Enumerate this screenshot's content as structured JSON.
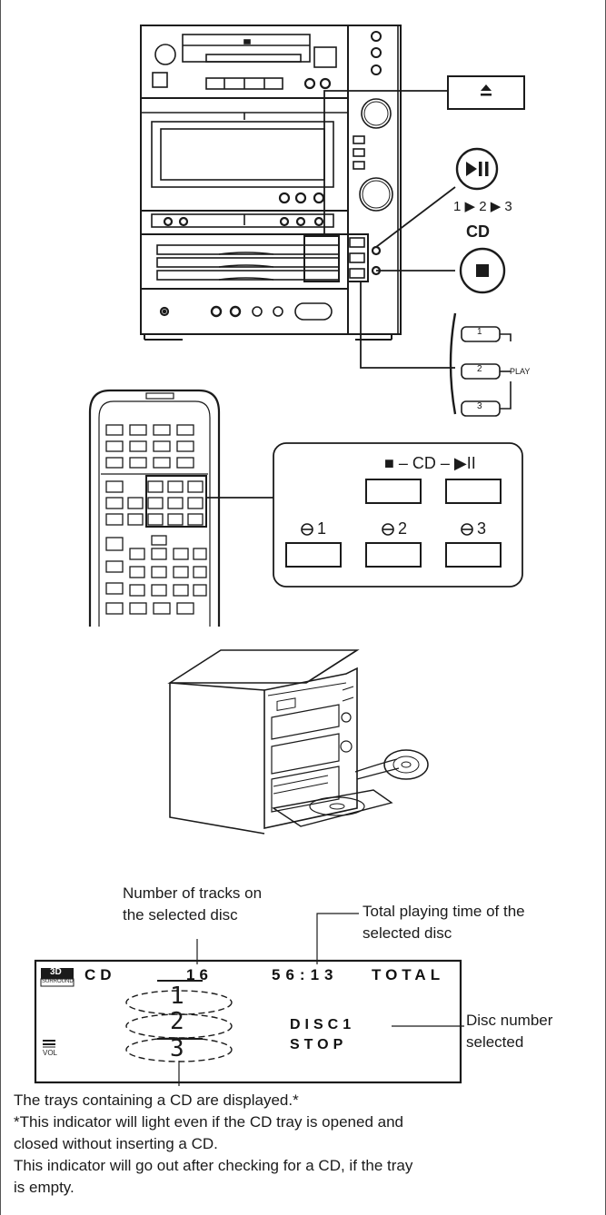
{
  "unit_panel": {
    "cd_label": "CD",
    "sequence_label": "1 ▶ 2 ▶ 3",
    "tray_labels": [
      "1",
      "2",
      "3"
    ],
    "play_label": "PLAY"
  },
  "remote_panel": {
    "title": "■ – CD – ▶II",
    "tray_buttons": [
      "1",
      "2",
      "3"
    ]
  },
  "display_callouts": {
    "tracks_label_line1": "Number of tracks on",
    "tracks_label_line2": "the selected disc",
    "time_label_line1": "Total playing time of the",
    "time_label_line2": "selected disc",
    "disc_label_line1": "Disc number",
    "disc_label_line2": "selected"
  },
  "lcd": {
    "surround_top": "3D",
    "surround_bottom": "SURROUND",
    "source": "CD",
    "track_count": "16",
    "time": "56:13",
    "total": "TOTAL",
    "disc": "DISC1",
    "status": "STOP",
    "vol": "VOL",
    "trays": [
      "1",
      "2",
      "3"
    ]
  },
  "notes": {
    "line1": "The trays containing a CD are displayed.*",
    "line2": "*This indicator will light even if the CD tray is opened and",
    "line3": " closed without inserting a CD.",
    "line4": " This indicator will go out after checking for a CD, if the tray",
    "line5": "is empty."
  },
  "colors": {
    "ink": "#1b1b1b",
    "background": "#ffffff",
    "lcd_background": "#ffffff"
  }
}
